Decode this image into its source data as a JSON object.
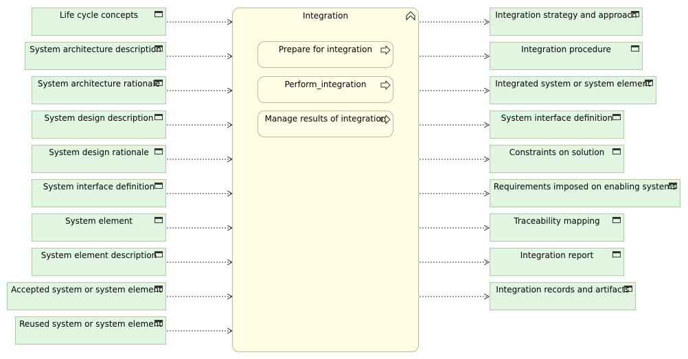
{
  "process": {
    "title": "Integration",
    "activities": [
      {
        "label": "Prepare for integration"
      },
      {
        "label": "Perform_integration"
      },
      {
        "label": "Manage results of integration"
      }
    ]
  },
  "inputs": [
    {
      "label": "Life cycle concepts"
    },
    {
      "label": "System architecture description"
    },
    {
      "label": "System architecture rationale"
    },
    {
      "label": "System design description"
    },
    {
      "label": "System design rationale"
    },
    {
      "label": "System interface definition"
    },
    {
      "label": "System element"
    },
    {
      "label": "System element description"
    },
    {
      "label": "Accepted system or system element"
    },
    {
      "label": "Reused system or system element"
    }
  ],
  "outputs": [
    {
      "label": "Integration strategy and approach"
    },
    {
      "label": "Integration procedure"
    },
    {
      "label": "Integrated system or system element"
    },
    {
      "label": "System interface definition"
    },
    {
      "label": "Constraints on solution"
    },
    {
      "label": "Requirements imposed on enabling systems"
    },
    {
      "label": "Traceability mapping"
    },
    {
      "label": "Integration report"
    },
    {
      "label": "Integration records and artifacts"
    }
  ],
  "colors": {
    "object_fill": "#e1f5e1",
    "object_border": "#a6cfa6",
    "process_fill": "#fefee6",
    "process_border": "#b9b9a0",
    "connector": "#333333"
  }
}
